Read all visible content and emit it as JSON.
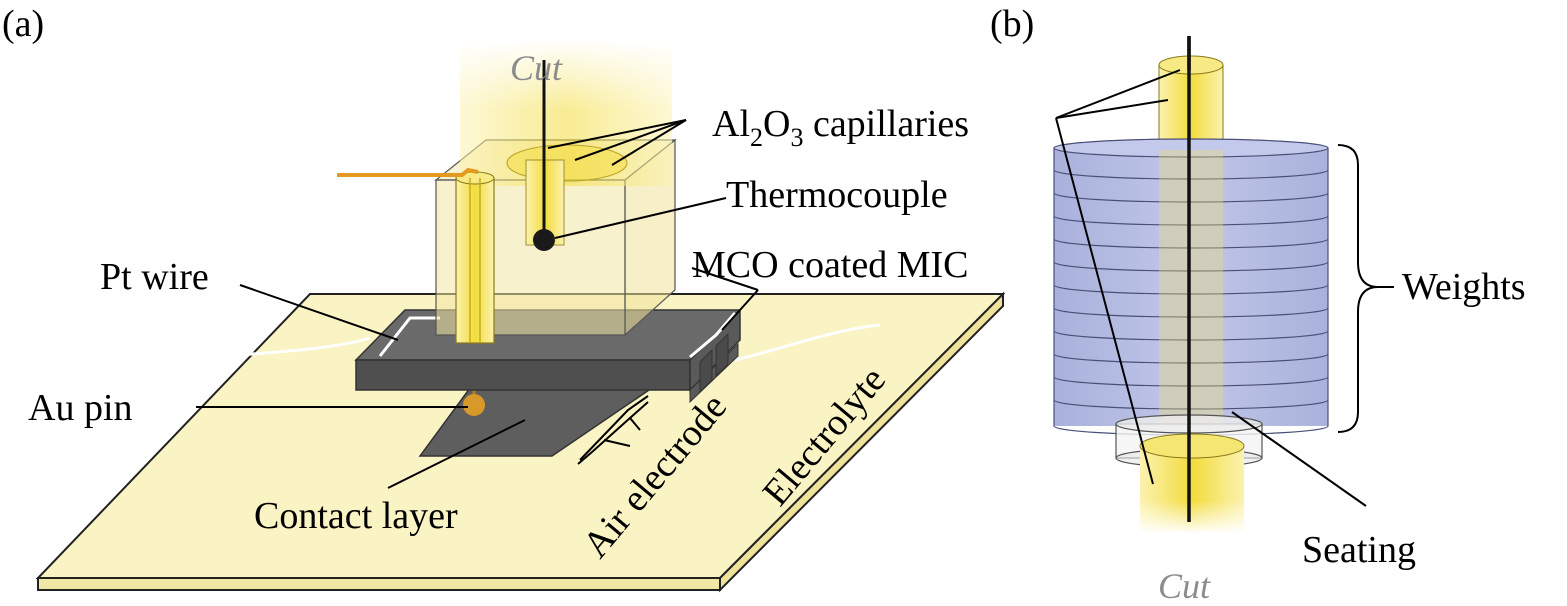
{
  "panel_a": {
    "panel_label": "(a)",
    "cut_label": "Cut",
    "capillaries_label": {
      "base": "Al",
      "sub1": "2",
      "mid": "O",
      "sub2": "3",
      "rest": " capillaries"
    },
    "thermocouple_label": "Thermocouple",
    "pt_wire_label": "Pt wire",
    "mco_label": "MCO coated MIC",
    "au_pin_label": "Au pin",
    "contact_layer_label": "Contact layer",
    "air_electrode_label": "Air electrode",
    "electrolyte_label": "Electrolyte"
  },
  "panel_b": {
    "panel_label": "(b)",
    "weights_label": "Weights",
    "seating_label": "Seating",
    "cut_label": "Cut"
  },
  "colors": {
    "capillary_yellow": "#f5e04a",
    "electrolyte_plate": "#faf3c4",
    "interconnect_dark": "#585858",
    "weight_blue": "#a7b0dc",
    "pt_wire_orange": "#e39a1f",
    "au_pin": "#d79a2a",
    "cut_text_gray": "#8c8c8c"
  }
}
